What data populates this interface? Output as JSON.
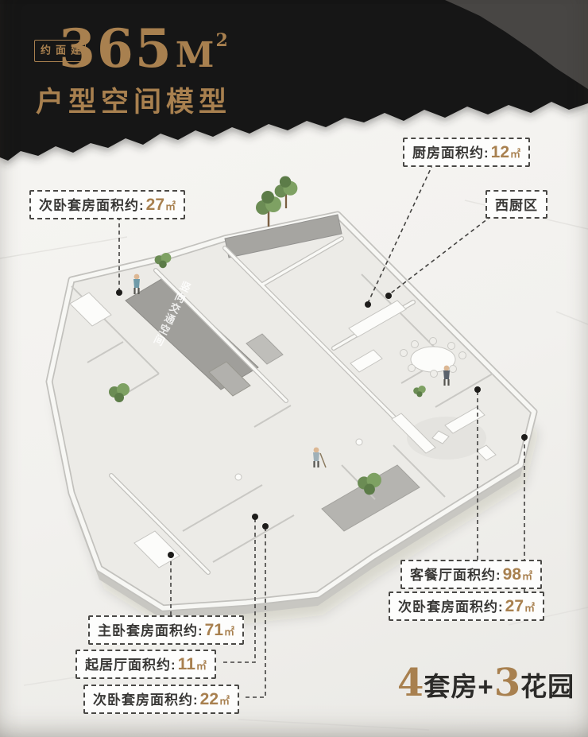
{
  "header": {
    "badge": "建面约",
    "area_value": "365",
    "area_unit": "M",
    "area_exp": "2",
    "title": "户型空间模型"
  },
  "plan": {
    "corridor_label": "竖向交通空间"
  },
  "callouts": {
    "kitchen": {
      "label": "厨房面积约:",
      "value": "12",
      "unit": "㎡"
    },
    "west_kitchen": {
      "label": "西厨区"
    },
    "bedroom_tl": {
      "label": "次卧套房面积约:",
      "value": "27",
      "unit": "㎡"
    },
    "dining": {
      "label": "客餐厅面积约:",
      "value": "98",
      "unit": "㎡"
    },
    "bedroom_br": {
      "label": "次卧套房面积约:",
      "value": "27",
      "unit": "㎡"
    },
    "master": {
      "label": "主卧套房面积约:",
      "value": "71",
      "unit": "㎡"
    },
    "living": {
      "label": "起居厅面积约:",
      "value": "11",
      "unit": "㎡"
    },
    "bedroom_bl": {
      "label": "次卧套房面积约:",
      "value": "22",
      "unit": "㎡"
    }
  },
  "footer": {
    "suites_value": "4",
    "suites_label": "套房",
    "plus": "+",
    "gardens_value": "3",
    "gardens_label": "花园"
  },
  "colors": {
    "accent": "#a8804f",
    "ink": "#2c2b29",
    "paper": "#f2f1ee",
    "header_bg": "#171615"
  }
}
